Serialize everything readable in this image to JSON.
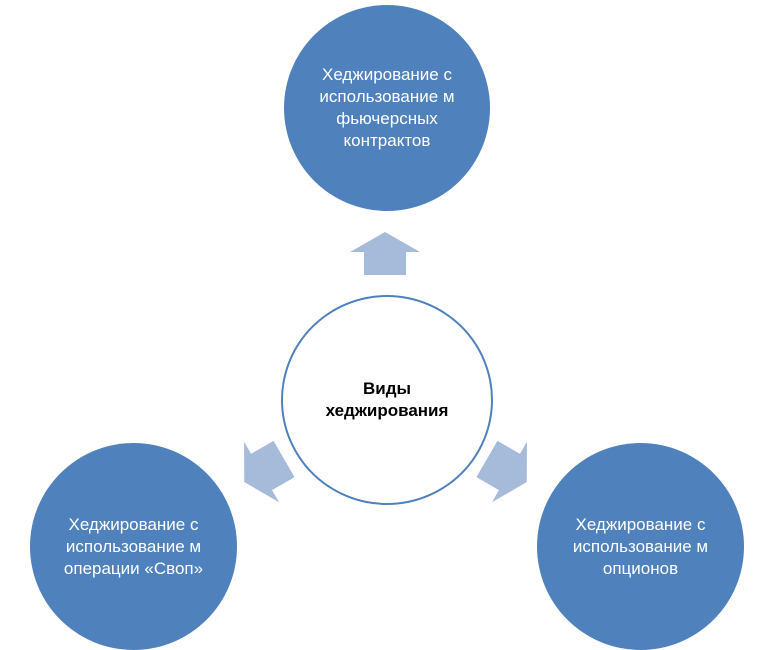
{
  "colors": {
    "outer_fill": "#4f81bd",
    "center_border": "#4f81bd",
    "center_fill": "#ffffff",
    "arrow_fill": "#a6bbd9",
    "outer_text": "#ffffff",
    "center_text": "#000000"
  },
  "diagram": {
    "center": {
      "label": "Виды хеджирования"
    },
    "nodes": [
      {
        "label": "Хеджирование с использование м фьючерсных контрактов"
      },
      {
        "label": "Хеджирование с использование м операции «Своп»"
      },
      {
        "label": "Хеджирование с использование м опционов"
      }
    ]
  }
}
